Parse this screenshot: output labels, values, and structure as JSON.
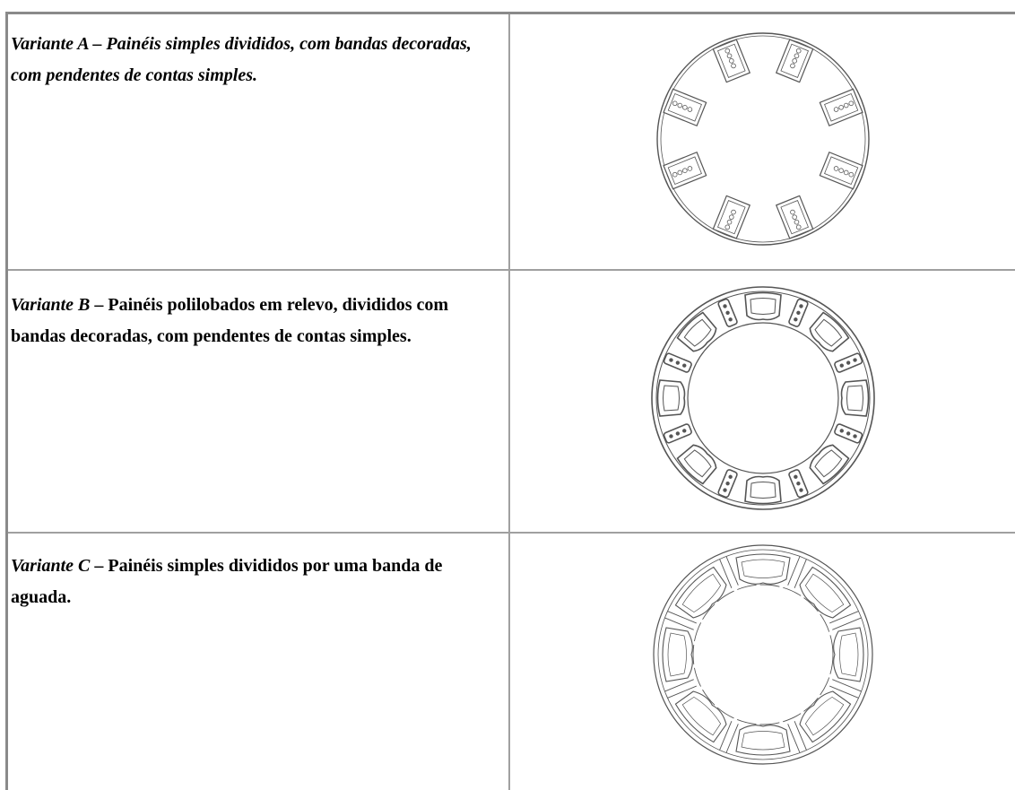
{
  "table": {
    "rows": [
      {
        "variant": "Variante A",
        "dash": " – ",
        "description": "Painéis simples divididos, com bandas decoradas, com pendentes de contas simples.",
        "description_italic": true,
        "figure_icon": "round-lamp-plan-variant-a"
      },
      {
        "variant": "Variante B",
        "dash": " – ",
        "description": "Painéis polilobados em relevo, divididos com bandas decoradas, com pendentes de contas simples.",
        "description_italic": false,
        "figure_icon": "round-lamp-plan-variant-b"
      },
      {
        "variant": "Variante C",
        "dash": " – ",
        "description": "Painéis simples divididos por uma banda de aguada.",
        "description_italic": false,
        "figure_icon": "round-lamp-plan-variant-c"
      }
    ]
  },
  "colors": {
    "frame": "#8a8a8a",
    "grid": "#a0a0a0",
    "drawing": "#555555"
  }
}
